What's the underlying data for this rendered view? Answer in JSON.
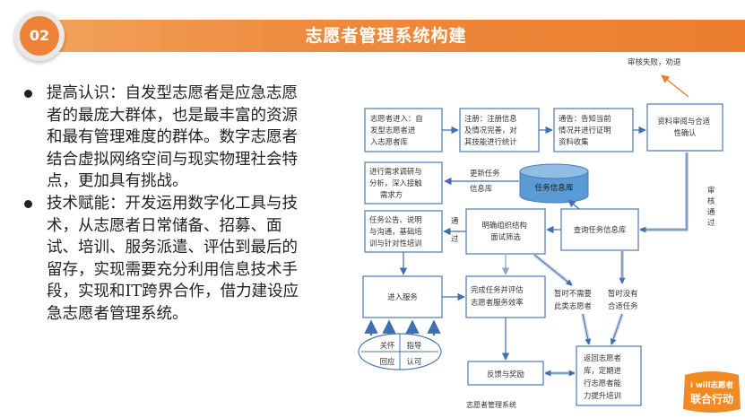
{
  "header": {
    "number": "02",
    "title": "志愿者管理系统构建"
  },
  "bullets": [
    "提高认识：自发型志愿者是应急志愿者的最庞大群体，也是最丰富的资源和最有管理难度的群体。数字志愿者结合虚拟网络空间与现实物理社会特点，更加具有挑战。",
    "技术赋能：开发运用数字化工具与技术，从志愿者日常储备、招募、面试、培训、服务派遣、评估到最后的留存，实现需要充分利用信息技术手段，实现和IT跨界合作，借力建设应急志愿者管理系统。"
  ],
  "diagram": {
    "caption": "志愿者管理系统",
    "top_note": "审核失败，劝退",
    "boxes": {
      "register": [
        "志愿者进入：自",
        "发型志愿者进",
        "入志愿者库"
      ],
      "note_register": [
        "注册：注册信息",
        "及情况完善，对",
        "其技能进行统计"
      ],
      "notice": [
        "通告：告知当前",
        "情况并进行证明",
        "资料收集"
      ],
      "review": [
        "资料审阅与合适",
        "性确认"
      ],
      "research": [
        "进行需求调研与",
        "分析，深入接触",
        "需求方"
      ],
      "publish": [
        "任务公告、说明",
        "与沟通，基础培",
        "训与针对性培训"
      ],
      "interview": [
        "明确组织结构",
        "面试筛选"
      ],
      "query": [
        "查询任务信息库"
      ],
      "enter_service": [
        "进入服务"
      ],
      "evaluate": [
        "完成任务并评估",
        "志愿者服务效率"
      ],
      "feedback": [
        "反馈与奖励"
      ],
      "return_pool": [
        "返回志愿者",
        "库，定期进",
        "行志愿者能",
        "力提升培训"
      ]
    },
    "database": "任务信息库",
    "labels": {
      "update_db": [
        "更新任务",
        "信息库"
      ],
      "pass": [
        "通",
        "过"
      ],
      "audit_pass": [
        "审",
        "核",
        "通",
        "过"
      ],
      "no_need": [
        "暂时不需要",
        "此类志愿者"
      ],
      "no_task": [
        "暂时没有",
        "合适任务"
      ]
    },
    "ellipse": {
      "care": "关怀",
      "guide": "指导",
      "return": "回应",
      "approve": "认可"
    }
  },
  "logo": {
    "line1": "i will志愿者",
    "line2": "联合行动"
  },
  "colors": {
    "accent": "#ec7d2f",
    "box_border": "#4a7ab5",
    "arrow_blue": "#3f6fb0",
    "db_fill": "#5b9bd5"
  }
}
